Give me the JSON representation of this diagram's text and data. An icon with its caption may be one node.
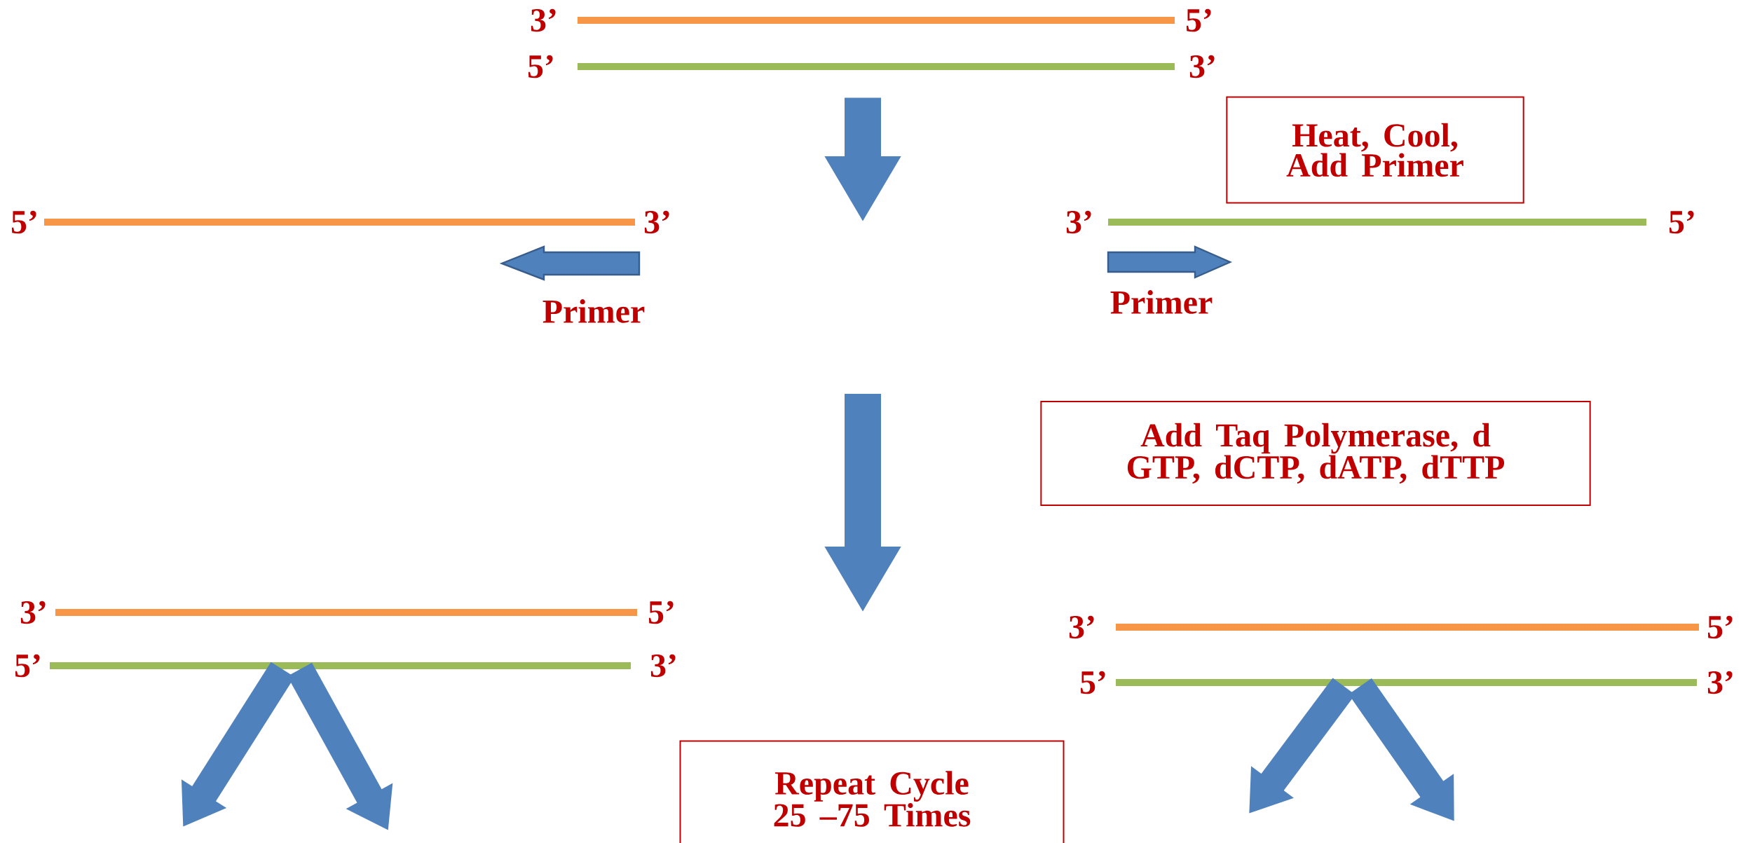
{
  "diagram": {
    "nodes": [
      {
        "text": [],
        "shape": "bar",
        "beside": [
          "3’",
          "5’"
        ]
      },
      {
        "text": [],
        "shape": "bar",
        "beside": [
          "5’",
          "3’"
        ]
      },
      {
        "text": [
          "Heat, Cool, Add Primer"
        ]
      },
      {
        "text": [],
        "shape": "bar",
        "beside": [
          "5’",
          "3’"
        ]
      },
      {
        "text": [],
        "shape": "bar",
        "beside": [
          "3’",
          "5’"
        ]
      },
      {
        "text": [
          "Add Taq Polymerase, d GTP, dCTP, dATP, dTTP"
        ]
      },
      {
        "text": [],
        "shape": "bar",
        "beside": [
          "3’",
          "5’"
        ]
      },
      {
        "text": [],
        "shape": "bar",
        "beside": [
          "5’",
          "3’"
        ]
      },
      {
        "text": [],
        "shape": "bar",
        "beside": [
          "3’",
          "5’"
        ]
      },
      {
        "text": [],
        "shape": "bar",
        "beside": [
          "5’",
          "3’"
        ]
      },
      {
        "text": [
          "Repeat Cycle 25 –75 Times"
        ]
      }
    ],
    "edges": [
      {
        "from": 1,
        "to": null,
        "arrow": "to"
      },
      {
        "from": 7,
        "to": null,
        "arrow": "to"
      },
      {
        "from": 7,
        "to": null,
        "arrow": "to"
      },
      {
        "from": 9,
        "to": null,
        "arrow": "to"
      },
      {
        "from": 9,
        "to": null,
        "arrow": "to"
      }
    ],
    "labels": [
      "Primer",
      "Primer"
    ]
  }
}
